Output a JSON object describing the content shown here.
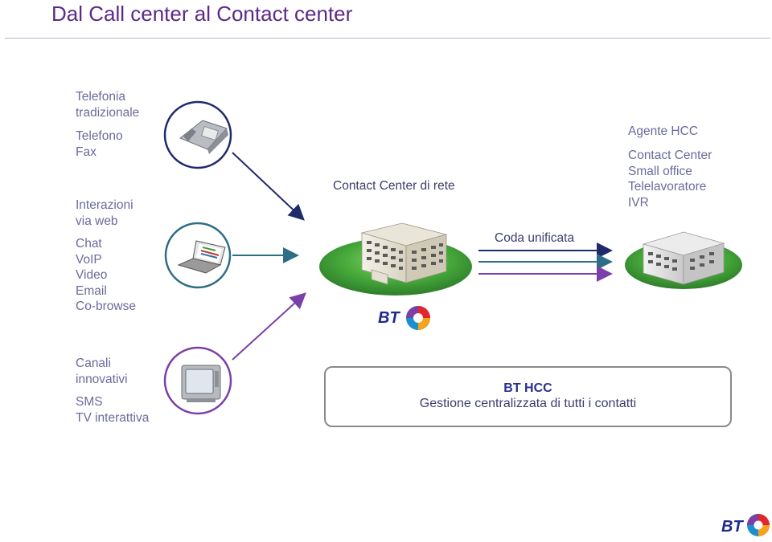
{
  "header": {
    "title": "Dal Call center al Contact center"
  },
  "left": {
    "group1_heading": [
      "Telefonia",
      "tradizionale"
    ],
    "group1_items": [
      "Telefono",
      "Fax"
    ],
    "group2_heading": [
      "Interazioni",
      "via web"
    ],
    "group2_items": [
      "Chat",
      "VoIP",
      "Video",
      "Email",
      "Co-browse"
    ],
    "group3_heading": [
      "Canali",
      "innovativi"
    ],
    "group3_items": [
      "SMS",
      "TV interattiva"
    ]
  },
  "center": {
    "contact_center_label": "Contact Center di rete",
    "queue_label": "Coda unificata",
    "bt_logo_text": "BT"
  },
  "right": {
    "heading": "Agente HCC",
    "items": [
      "Contact Center",
      "Small office",
      "Telelavoratore",
      "IVR"
    ]
  },
  "hcc_box": {
    "title": "BT HCC",
    "subtitle": "Gestione centralizzata di tutti i contatti"
  },
  "footer": {
    "bt_logo_text": "BT"
  },
  "colors": {
    "title": "#5b2a86",
    "navy": "#1f2a6b",
    "teal_arrow": "#2d6e86",
    "purple_arrow": "#7a3fa8",
    "green_platform": "#4cae3f"
  }
}
